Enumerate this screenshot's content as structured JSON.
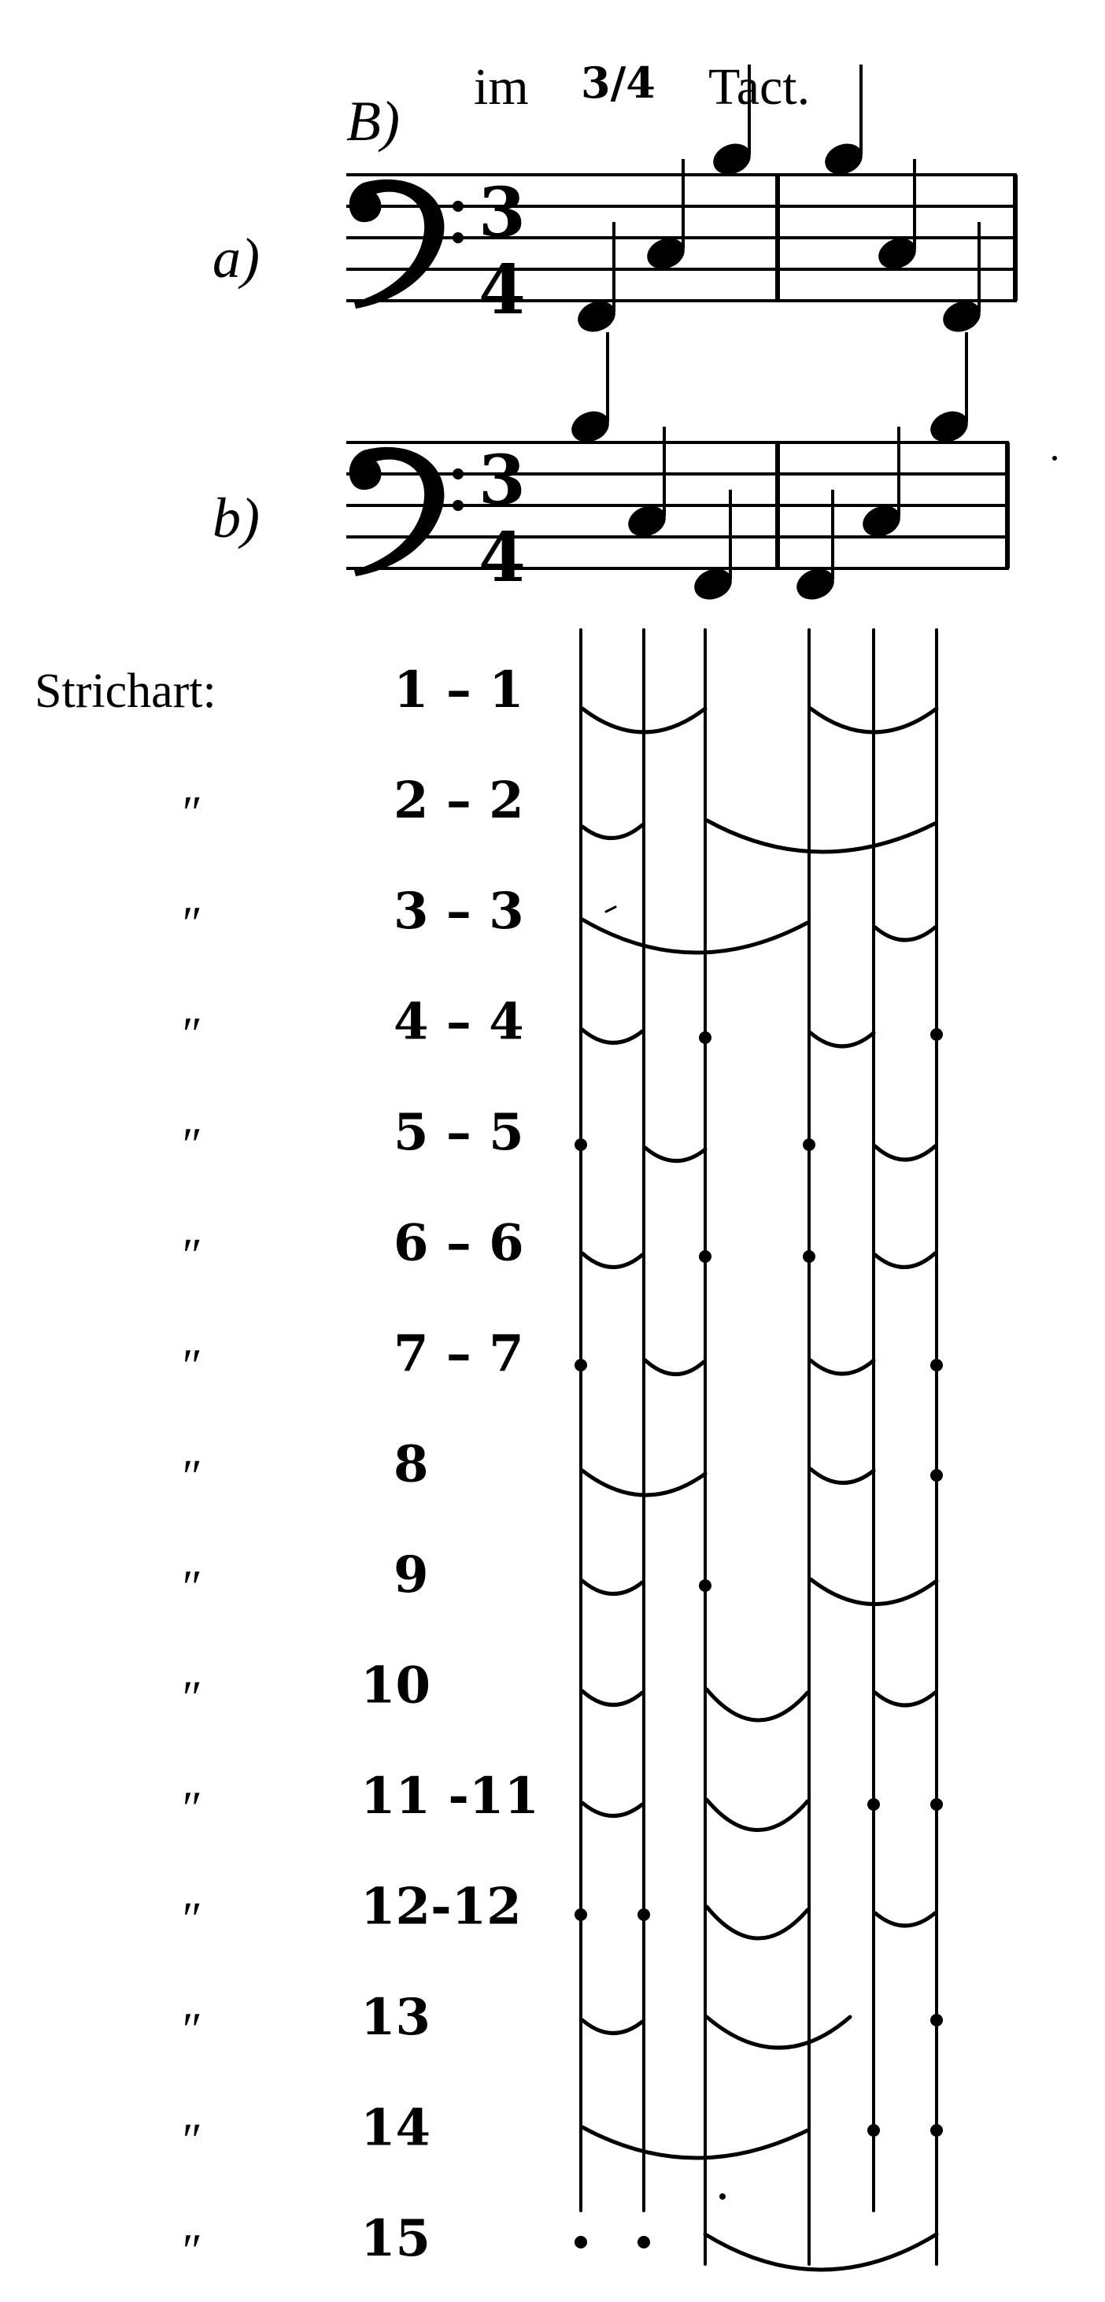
{
  "header": {
    "section_label": "B)",
    "meter_prefix": "im",
    "meter_fraction": "3/4",
    "meter_suffix": "Tact."
  },
  "staves": [
    {
      "label": "a)",
      "time_top": "3",
      "time_bottom": "4"
    },
    {
      "label": "b)",
      "time_top": "3",
      "time_bottom": "4"
    }
  ],
  "strokes": {
    "label": "Strichart:",
    "ditto": "″",
    "rows": [
      "1 – 1",
      "2 – 2",
      "3 – 3",
      "4 – 4",
      "5 – 5",
      "6 – 6",
      "7 – 7",
      "8",
      "9",
      "10",
      "11 -11",
      "12-12",
      "13",
      "14",
      "15"
    ]
  }
}
